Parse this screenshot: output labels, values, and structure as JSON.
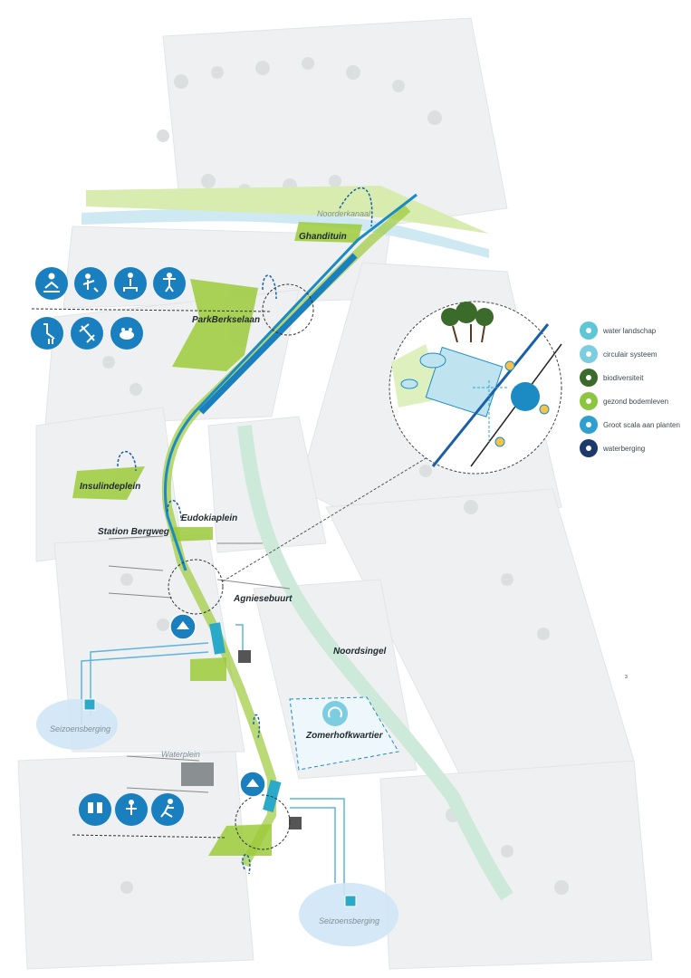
{
  "labels": {
    "noorderkanaal": "Noorderkanaal",
    "ghandituin": "Ghandituin",
    "parkberkselaan": "ParkBerkselaan",
    "insulindeplein": "Insulindeplein",
    "eudokiaplein": "Eudokiaplein",
    "station_bergweg": "Station Bergweg",
    "agniesebuurt": "Agniesebuurt",
    "noordsingel": "Noordsingel",
    "zomerhofkwartier": "Zomerhofkwartier",
    "waterplein": "Waterplein",
    "seizoensberging_left": "Seizoensberging",
    "seizoensberging_bottom": "Seizoensberging",
    "small_number": "3"
  },
  "legend": [
    {
      "label": "water landschap",
      "color": "#5fc6d6",
      "icon": "water-landscape-icon"
    },
    {
      "label": "circulair systeem",
      "color": "#7ccde0",
      "icon": "recycle-icon"
    },
    {
      "label": "biodiversiteit",
      "color": "#3a6b2a",
      "icon": "tree-icon"
    },
    {
      "label": "gezond bodemleven",
      "color": "#8cc63f",
      "icon": "worm-icon"
    },
    {
      "label": "Groot scala aan planten",
      "color": "#2ea0cf",
      "icon": "plants-icon"
    },
    {
      "label": "waterberging",
      "color": "#1b3a6b",
      "icon": "water-storage-icon"
    }
  ],
  "colors": {
    "green": "#9ccb3b",
    "blue": "#1d8bc3",
    "darkblue": "#1b5fa8",
    "lightblue": "#bfe4f0",
    "teal": "#2aa9c9",
    "icon_blue": "#1a7fbf"
  },
  "icon_groups": {
    "activities_top": [
      "meditation-icon",
      "gardening-icon",
      "reading-bench-icon",
      "play-icon"
    ],
    "animals": [
      "heron-icon",
      "dragonfly-icon",
      "frog-icon"
    ],
    "activities_bottom": [
      "cheers-icon",
      "sprinkler-play-icon",
      "running-icon"
    ]
  }
}
